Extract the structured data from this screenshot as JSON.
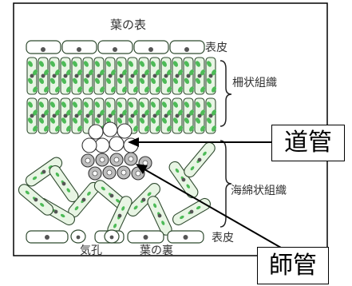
{
  "labels": {
    "upper_surface": "葉の表",
    "upper_epidermis": "表皮",
    "palisade": "柵状組織",
    "spongy": "海綿状組織",
    "lower_epidermis": "表皮",
    "stoma": "気孔",
    "lower_surface": "葉の裏"
  },
  "callouts": {
    "xylem": "道管",
    "phloem": "師管"
  },
  "colors": {
    "cell_fill": "#e8f5e4",
    "cell_stroke": "#2f4a2f",
    "chloroplast": "#4dbb57",
    "nucleus": "#555555",
    "label_text": "#333333",
    "ink": "#000000"
  }
}
